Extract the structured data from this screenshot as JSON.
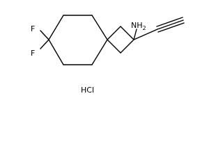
{
  "molecule": {
    "atoms": {
      "nh2": "NH",
      "nh2_subscript": "2",
      "f_upper": "F",
      "f_lower": "F"
    },
    "salt": "HCl"
  }
}
